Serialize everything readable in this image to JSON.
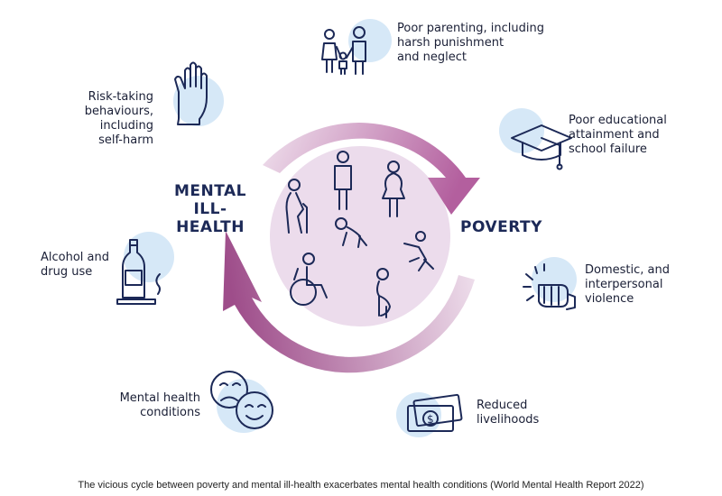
{
  "labels": {
    "mental": [
      "MENTAL",
      "ILL-HEALTH"
    ],
    "poverty": "POVERTY",
    "parenting": [
      "Poor parenting, including",
      "harsh punishment",
      "and neglect"
    ],
    "education": [
      "Poor educational",
      "attainment and",
      "school failure"
    ],
    "violence": [
      "Domestic, and",
      "interpersonal",
      "violence"
    ],
    "livelihoods": [
      "Reduced",
      "livelihoods"
    ],
    "mental_conditions": [
      "Mental health",
      "conditions"
    ],
    "alcohol": [
      "Alcohol and",
      "drug use"
    ],
    "risk": [
      "Risk-taking",
      "behaviours,",
      "including",
      "self-harm"
    ]
  },
  "caption": "The vicious cycle between poverty and mental ill-health exacerbates mental health conditions (World Mental Health Report 2022)",
  "colors": {
    "navy": "#1c2957",
    "light_blue": "#d6e8f7",
    "light_purple": "#ecdcec",
    "purple_dark": "#a0528e",
    "purple_light": "#e6cfe3"
  },
  "icons": [
    "family-icon",
    "graduation-cap-icon",
    "fist-icon",
    "money-icon",
    "masks-icon",
    "bottle-icon",
    "hand-icon",
    "elderly-icon",
    "adult-icon",
    "woman-icon",
    "crawling-baby-icon",
    "child-icon",
    "wheelchair-icon",
    "pregnant-icon"
  ]
}
